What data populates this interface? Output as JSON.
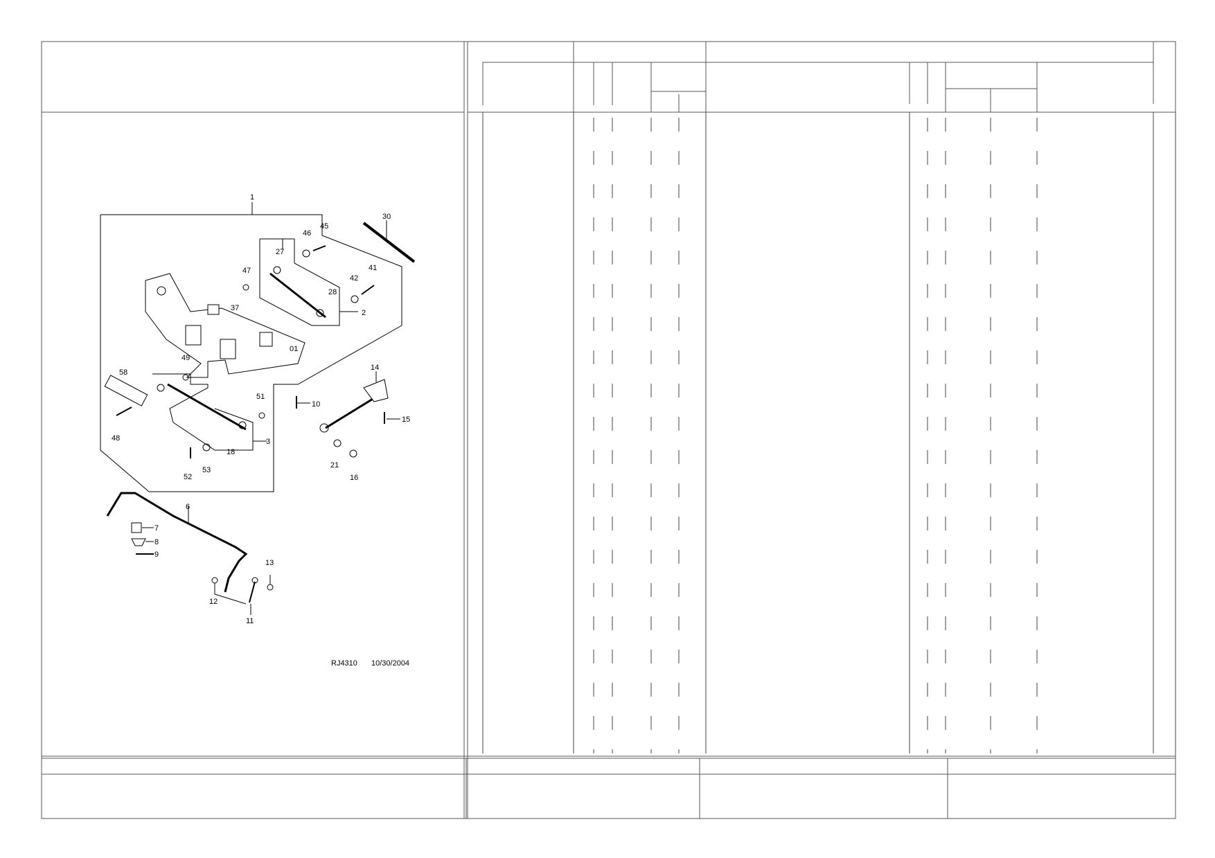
{
  "drawing": {
    "reference": "RJ4310",
    "date": "10/30/2004",
    "callouts": [
      "1",
      "30",
      "46",
      "45",
      "27",
      "47",
      "42",
      "41",
      "28",
      "2",
      "37",
      "01",
      "49",
      "58",
      "51",
      "14",
      "10",
      "15",
      "48",
      "18",
      "3",
      "21",
      "52",
      "53",
      "16",
      "6",
      "7",
      "8",
      "9",
      "13",
      "12",
      "11"
    ]
  },
  "table": {
    "rows": 0
  }
}
